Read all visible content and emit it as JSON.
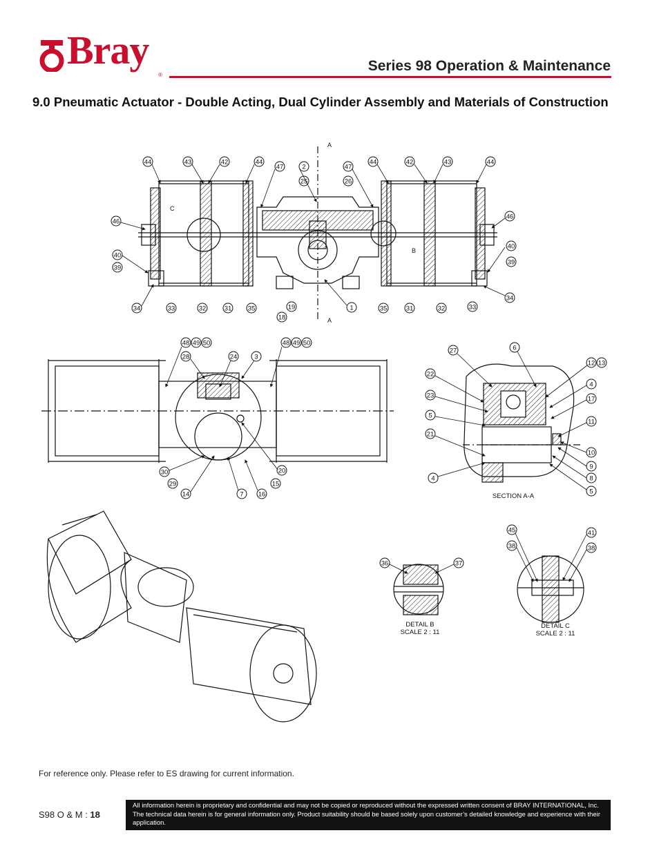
{
  "header": {
    "logo_text": "Bray",
    "registered_mark": "®",
    "title": "Series 98 Operation & Maintenance"
  },
  "section": {
    "title": "9.0 Pneumatic Actuator - Double Acting, Dual Cylinder Assembly and Materials of Construction"
  },
  "drawing": {
    "top_view_labels": [
      "44",
      "43",
      "42",
      "44",
      "47",
      "2",
      "25",
      "47",
      "26",
      "44",
      "42",
      "43",
      "44",
      "46",
      "46",
      "C",
      "40",
      "39",
      "40",
      "39",
      "B",
      "34",
      "33",
      "32",
      "31",
      "35",
      "19",
      "18",
      "1",
      "35",
      "31",
      "32",
      "33",
      "34",
      "A",
      "A"
    ],
    "front_view_labels": [
      "48",
      "49",
      "50",
      "48",
      "49",
      "50",
      "28",
      "24",
      "3",
      "30",
      "29",
      "14",
      "7",
      "16",
      "15",
      "20"
    ],
    "section_labels": [
      "27",
      "6",
      "12",
      "13",
      "22",
      "4",
      "23",
      "17",
      "5",
      "11",
      "21",
      "10",
      "9",
      "4",
      "8",
      "5"
    ],
    "section_caption": "SECTION A-A",
    "detail_b": {
      "labels": [
        "36",
        "37"
      ],
      "caption_line1": "DETAIL B",
      "caption_line2": "SCALE 2 : 11"
    },
    "detail_c": {
      "labels": [
        "45",
        "41",
        "38",
        "38"
      ],
      "caption_line1": "DETAIL C",
      "caption_line2": "SCALE 2 : 11"
    }
  },
  "note": "For reference only. Please refer to ES drawing for current information.",
  "footer": {
    "page_prefix": "S98 O & M : ",
    "page_number": "18",
    "disclaimer": "All information herein is proprietary and confidential and may not be copied or reproduced without the expressed written consent of BRAY INTERNATIONAL, Inc. The technical data herein is for general information only. Product suitability should be based solely upon customer’s detailed knowledge and experience with their application."
  },
  "colors": {
    "brand_red": "#c8102e",
    "footer_bg": "#111111"
  }
}
